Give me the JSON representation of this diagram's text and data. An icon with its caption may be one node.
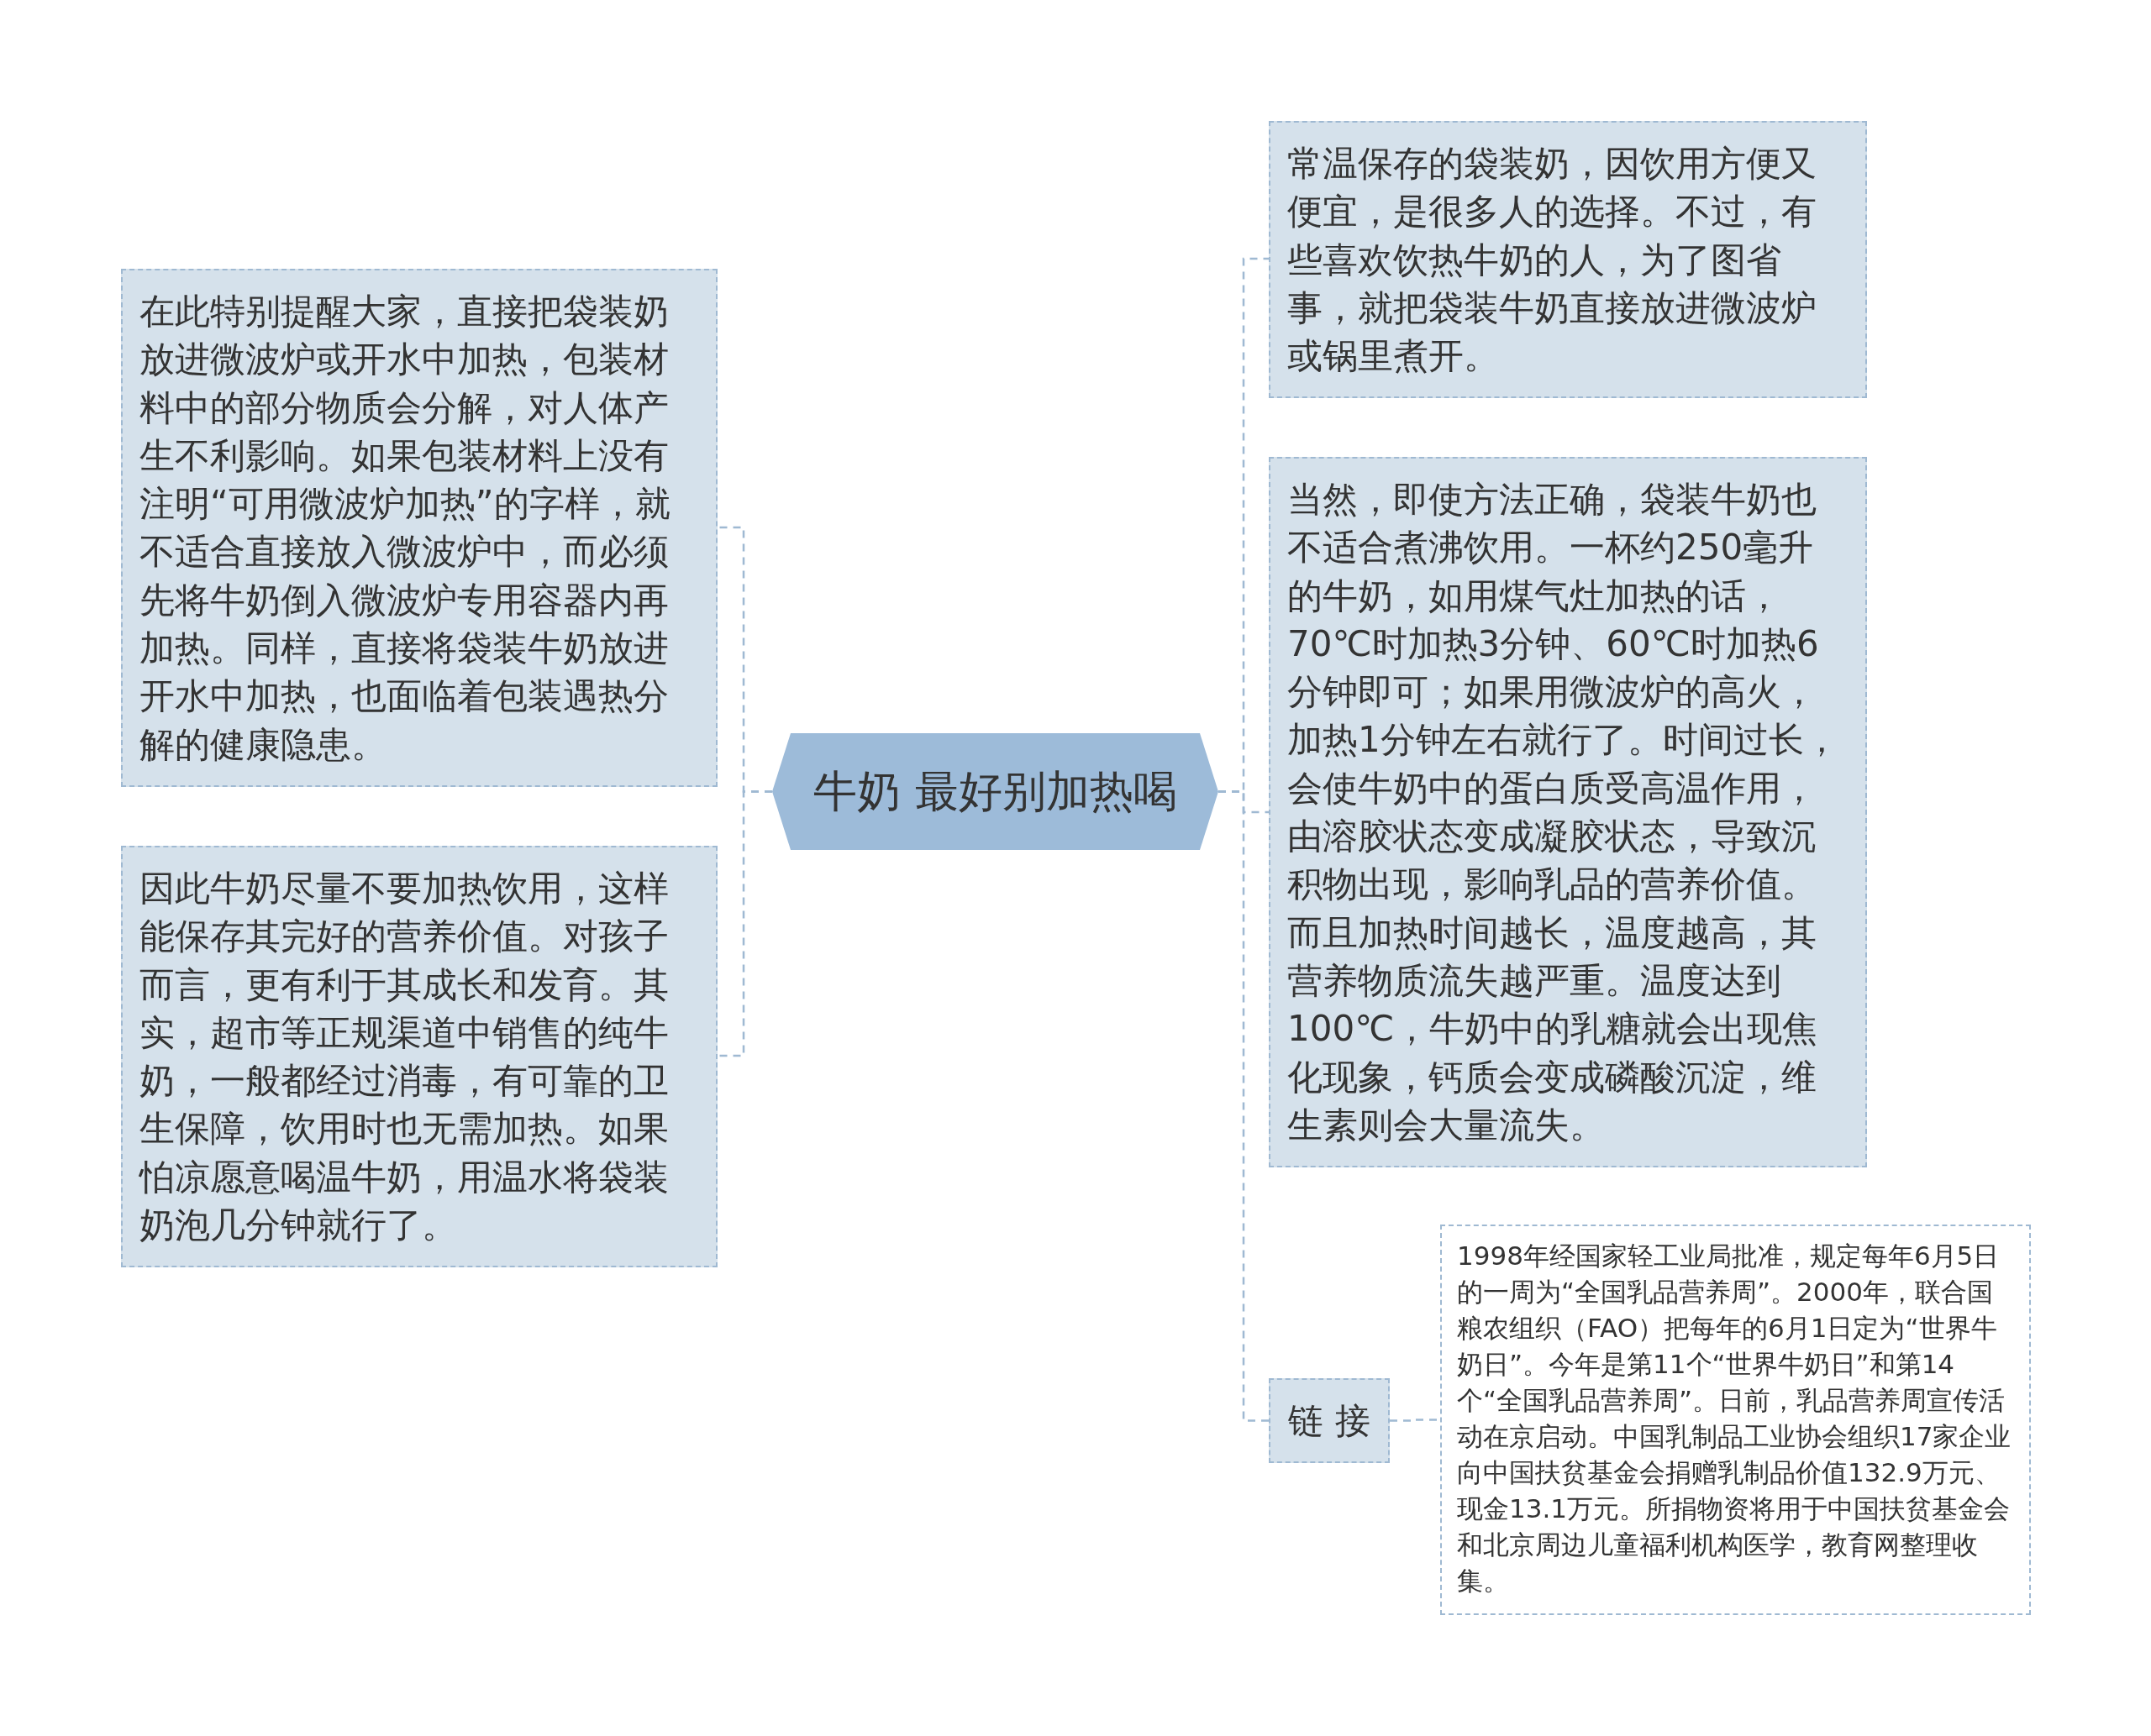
{
  "diagram": {
    "nodes": [
      {
        "text": [
          "牛奶 最好别加热喝"
        ]
      },
      {
        "text": [
          "在此特别提醒大家，直接把袋装奶放进微波炉或开水中加热，包装材料中的部分物质会分解，对人体产生不利影响。如果包装材料上没有注明“可用微波炉加热”的字样，就不适合直接放入微波炉中，而必须先将牛奶倒入微波炉专用容器内再加热。同样，直接将袋装牛奶放进开水中加热，也面临着包装遇热分解的健康隐患。"
        ]
      },
      {
        "text": [
          "因此牛奶尽量不要加热饮用，这样能保存其完好的营养价值。对孩子而言，更有利于其成长和发育。其实，超市等正规渠道中销售的纯牛奶，一般都经过消毒，有可靠的卫生保障，饮用时也无需加热。如果怕凉愿意喝温牛奶，用温水将袋装奶泡几分钟就行了。"
        ]
      },
      {
        "text": [
          "常温保存的袋装奶，因饮用方便又便宜，是很多人的选择。不过，有些喜欢饮热牛奶的人，为了图省事，就把袋装牛奶直接放进微波炉或锅里煮开。"
        ]
      },
      {
        "text": [
          "当然，即使方法正确，袋装牛奶也不适合煮沸饮用。一杯约250毫升的牛奶，如用煤气灶加热的话，70℃时加热3分钟、60℃时加热6分钟即可；如果用微波炉的高火，加热1分钟左右就行了。时间过长，会使牛奶中的蛋白质受高温作用，由溶胶状态变成凝胶状态，导致沉积物出现，影响乳品的营养价值。而且加热时间越长，温度越高，其营养物质流失越严重。温度达到100℃，牛奶中的乳糖就会出现焦化现象，钙质会变成磷酸沉淀，维生素则会大量流失。"
        ]
      },
      {
        "text": [
          "链 接"
        ]
      },
      {
        "text": [
          "1998年经国家轻工业局批准，规定每年6月5日的一周为“全国乳品营养周”。2000年，联合国粮农组织（FAO）把每年的6月1日定为“世界牛奶日”。今年是第11个“世界牛奶日”和第14个“全国乳品营养周”。日前，乳品营养周宣传活动在京启动。中国乳制品工业协会组织17家企业向中国扶贫基金会捐赠乳制品价值132.9万元、现金13.1万元。所捐物资将用于中国扶贫基金会和北京周边儿童福利机构医学，教育网整理收集。"
        ]
      }
    ],
    "edges": [
      {
        "from": 0,
        "to": 1,
        "arrow": "none",
        "style": "dashed"
      },
      {
        "from": 0,
        "to": 2,
        "arrow": "none",
        "style": "dashed"
      },
      {
        "from": 0,
        "to": 3,
        "arrow": "none",
        "style": "dashed"
      },
      {
        "from": 0,
        "to": 4,
        "arrow": "none",
        "style": "dashed"
      },
      {
        "from": 0,
        "to": 5,
        "arrow": "none",
        "style": "dashed"
      },
      {
        "from": 5,
        "to": 6,
        "arrow": "none",
        "style": "dashed"
      }
    ]
  }
}
